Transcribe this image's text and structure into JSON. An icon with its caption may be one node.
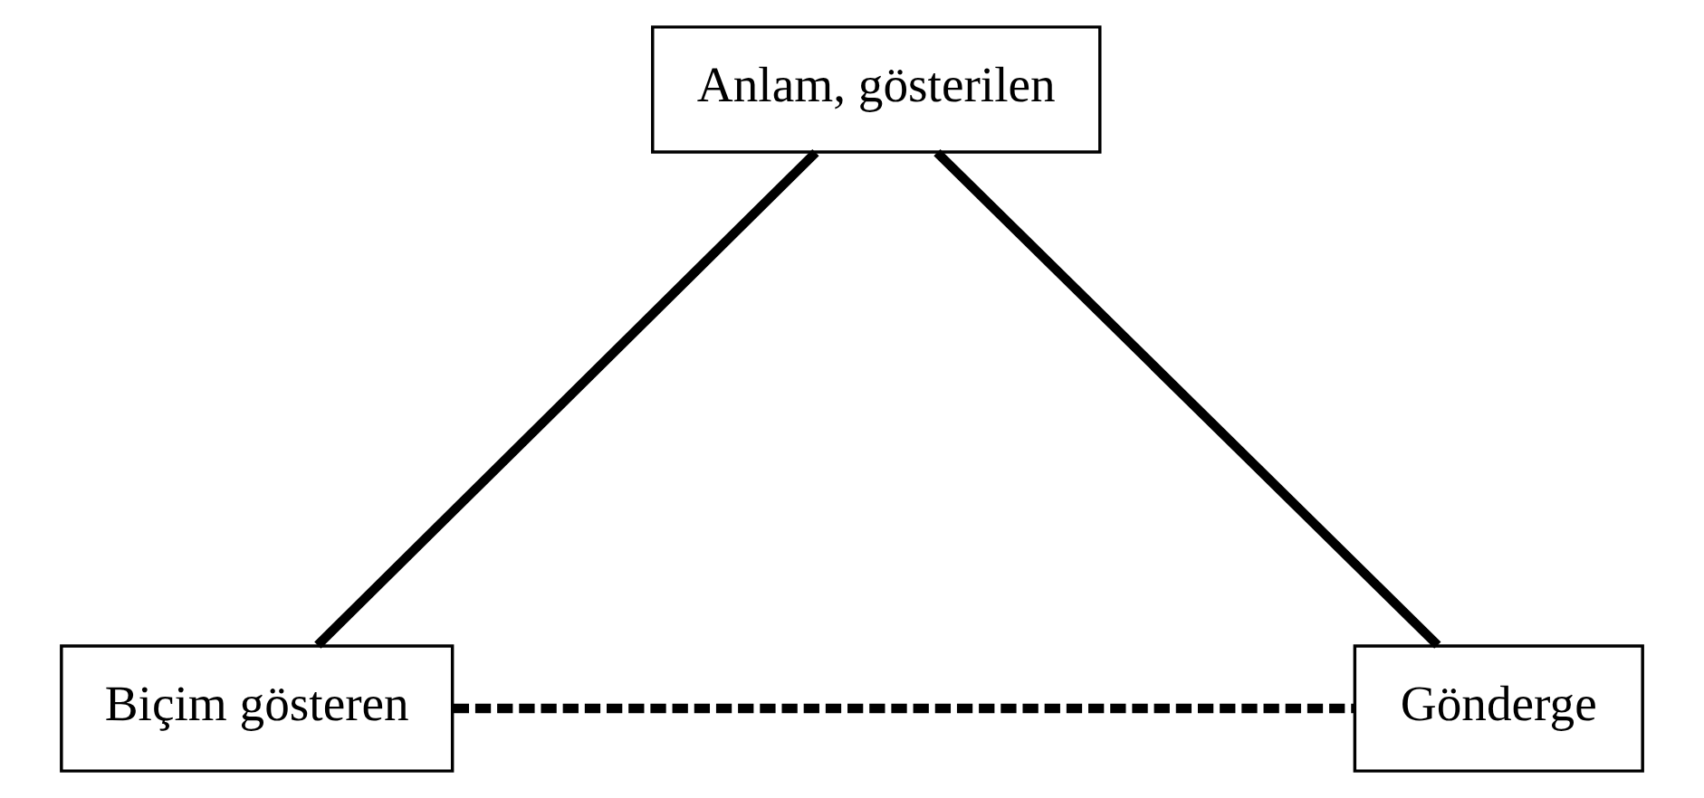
{
  "diagram": {
    "nodes": [
      {
        "text": [
          "Anlam, gösterilen"
        ]
      },
      {
        "text": [
          "Biçim gösteren"
        ]
      },
      {
        "text": [
          "Gönderge"
        ]
      }
    ],
    "edges": [
      {
        "from": 0,
        "to": 1,
        "arrow": "none"
      },
      {
        "from": 0,
        "to": 2,
        "arrow": "none"
      },
      {
        "from": 1,
        "to": 2,
        "arrow": "none",
        "style": "dashed"
      }
    ]
  }
}
